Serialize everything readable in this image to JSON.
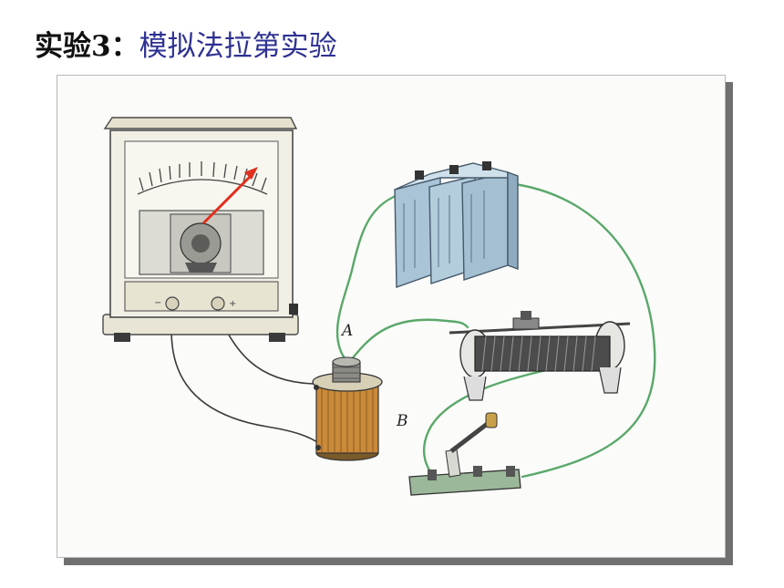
{
  "title": {
    "prefix": "实验3：",
    "main": "模拟法拉第实验"
  },
  "figure": {
    "labels": {
      "a": "A",
      "b": "B"
    },
    "colors": {
      "wire": "#5aa86a",
      "coil": "#c98a3a",
      "battery": "#a9c4d6",
      "meter_needle": "#e0301e"
    },
    "objects": [
      "galvanometer",
      "battery",
      "rheostat",
      "switch",
      "coil"
    ]
  }
}
